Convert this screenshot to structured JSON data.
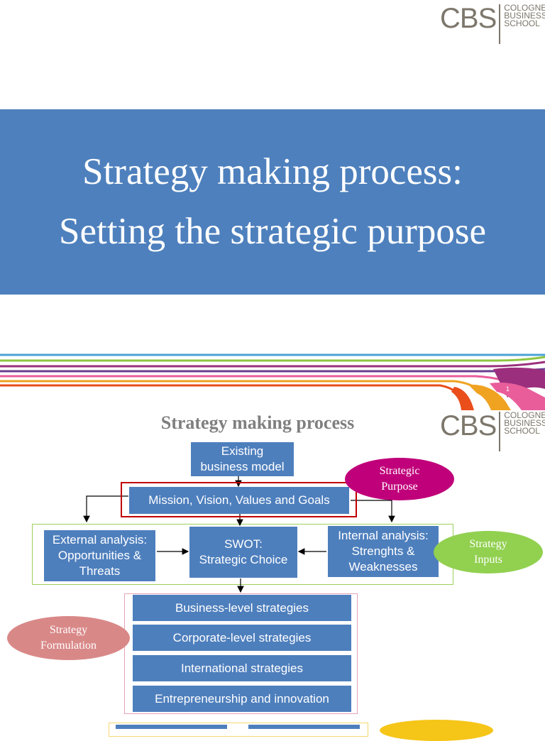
{
  "logo": {
    "mark": "CBS",
    "words": [
      "COLOGNE",
      "BUSINESS",
      "SCHOOL"
    ],
    "color": "#7d776c"
  },
  "slide1": {
    "title_line1": "Strategy making process:",
    "title_line2": "Setting the strategic purpose",
    "banner_color": "#4e80bd"
  },
  "stripes": {
    "colors": [
      "#4aa3d5",
      "#8ec640",
      "#9b2f7d",
      "#6a3c8f",
      "#e95d9b",
      "#f0a221",
      "#e94e1b"
    ]
  },
  "slide2": {
    "title": "Strategy making process",
    "page_marker": "1",
    "boxes": {
      "existing": "Existing\nbusiness model",
      "mission": "Mission, Vision, Values and Goals",
      "external": "External analysis:\nOpportunities &\nThreats",
      "swot": "SWOT:\nStrategic Choice",
      "internal": "Internal analysis:\nStrenghts &\nWeaknesses",
      "business_level": "Business-level strategies",
      "corporate_level": "Corporate-level strategies",
      "international": "International strategies",
      "entrepreneurship": "Entrepreneurship and innovation"
    },
    "ovals": {
      "purpose": "Strategic\nPurpose",
      "inputs": "Strategy\nInputs",
      "formulation": "Strategy\nFormulation"
    },
    "colors": {
      "box": "#4e7fbd",
      "purpose_oval": "#c0007a",
      "inputs_oval": "#92d050",
      "formulation_oval": "#d98888",
      "mission_frame": "#c00000",
      "inputs_frame": "#9bd05a",
      "formulation_frame": "#e6a3b6",
      "bottom_frame": "#f5d76e",
      "bottom_oval": "#f5c518"
    }
  }
}
